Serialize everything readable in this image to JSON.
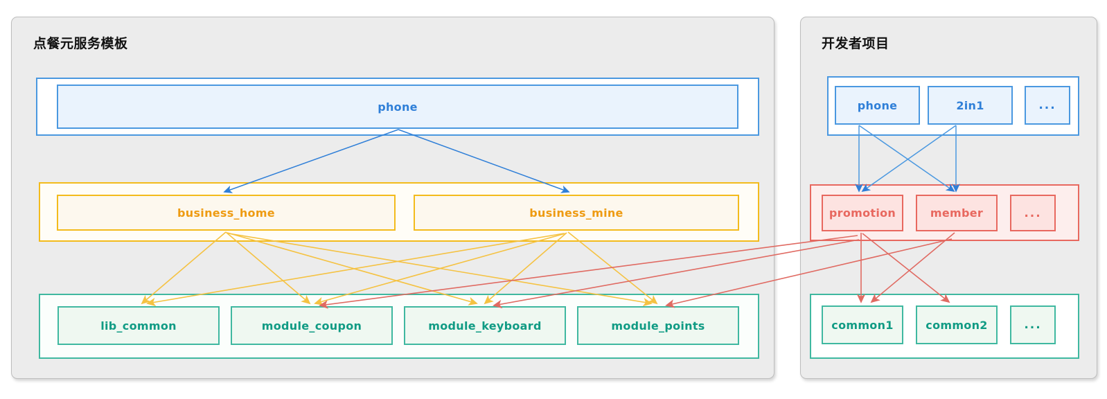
{
  "diagram": {
    "left_panel": {
      "title": "点餐元服务模板",
      "rows": [
        {
          "kind": "entry",
          "color": "#4a98e0",
          "nodes": [
            {
              "label": "phone"
            }
          ]
        },
        {
          "kind": "business",
          "color": "#f3bb1c",
          "nodes": [
            {
              "label": "business_home"
            },
            {
              "label": "business_mine"
            }
          ]
        },
        {
          "kind": "module",
          "color": "#3fb8a0",
          "nodes": [
            {
              "label": "lib_common"
            },
            {
              "label": "module_coupon"
            },
            {
              "label": "module_keyboard"
            },
            {
              "label": "module_points"
            }
          ]
        }
      ]
    },
    "right_panel": {
      "title": "开发者项目",
      "rows": [
        {
          "kind": "entry",
          "color": "#4a98e0",
          "nodes": [
            {
              "label": "phone"
            },
            {
              "label": "2in1"
            },
            {
              "label": "..."
            }
          ]
        },
        {
          "kind": "business",
          "color": "#e8685f",
          "nodes": [
            {
              "label": "promotion"
            },
            {
              "label": "member"
            },
            {
              "label": "..."
            }
          ]
        },
        {
          "kind": "module",
          "color": "#3fb8a0",
          "nodes": [
            {
              "label": "common1"
            },
            {
              "label": "common2"
            },
            {
              "label": "..."
            }
          ]
        }
      ]
    },
    "edge_colors": {
      "entry_to_business": "#2f7fd8",
      "business_to_module": "#f5c242",
      "cross_project": "#e8685f"
    }
  }
}
